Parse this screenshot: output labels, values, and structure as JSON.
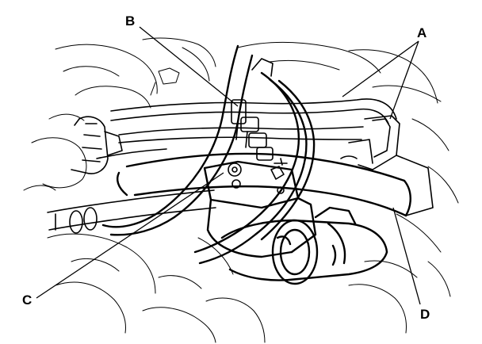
{
  "callouts": [
    {
      "id": "A",
      "label": "A"
    },
    {
      "id": "B",
      "label": "B"
    },
    {
      "id": "C",
      "label": "C"
    },
    {
      "id": "D",
      "label": "D"
    }
  ],
  "colors": {
    "ink": "#000000",
    "background": "#ffffff"
  }
}
